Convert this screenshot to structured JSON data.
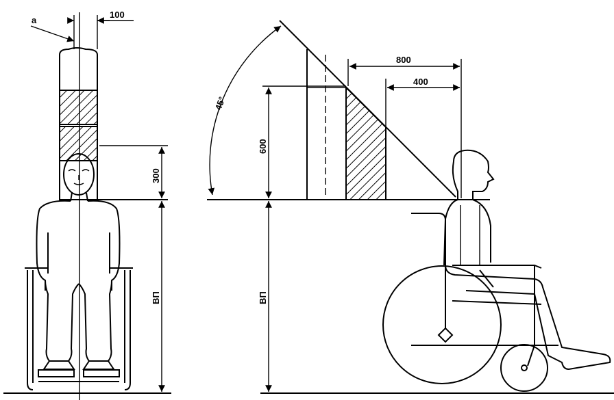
{
  "labels": {
    "a": "a",
    "dim_100": "100",
    "dim_300": "300",
    "dim_vp_front": "ВП",
    "angle_45": "45°",
    "dim_800": "800",
    "dim_400": "400",
    "dim_600": "600",
    "dim_vp_side": "ВП"
  },
  "colors": {
    "line": "#000000",
    "background": "#ffffff"
  }
}
